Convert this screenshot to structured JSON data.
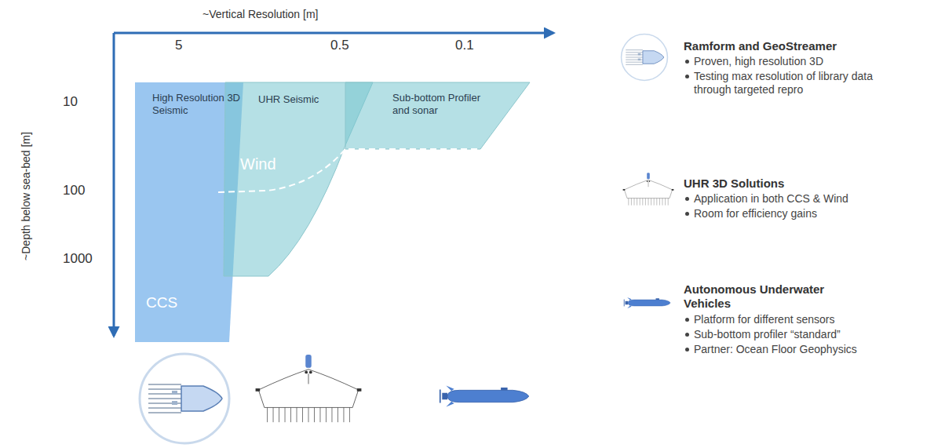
{
  "diagram": {
    "nodes": [
      {
        "text": [
          "High Resolution 3D Seismic",
          "CCS"
        ]
      },
      {
        "text": [
          "UHR Seismic"
        ]
      },
      {
        "text": [
          "Sub-bottom Profiler and sonar"
        ]
      }
    ],
    "labels": [
      "~Vertical Resolution [m]",
      "5",
      "0.5",
      "0.1",
      "~Depth below sea-bed [m]",
      "10",
      "100",
      "1000",
      "Wind",
      "Ramform and GeoStreamer",
      "Proven, high resolution 3D",
      "Testing max resolution of library data through targeted repro",
      "UHR 3D Solutions",
      "Application in both CCS & Wind",
      "Room for efficiency gains",
      "Autonomous Underwater Vehicles",
      "Platform for different sensors",
      "Sub-bottom profiler “standard”",
      "Partner: Ocean Floor Geophysics"
    ]
  }
}
